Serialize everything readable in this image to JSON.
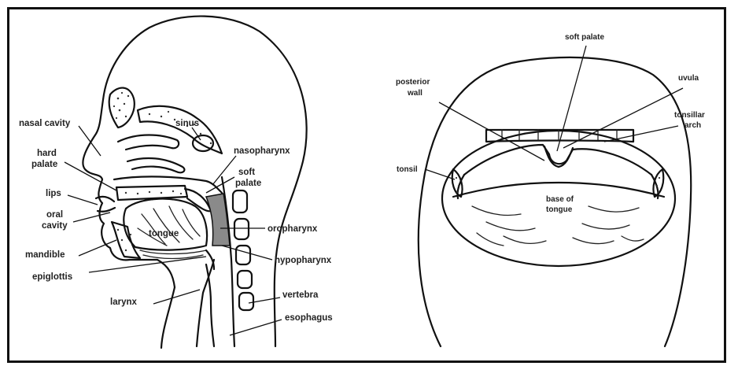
{
  "diagram": {
    "sagittal_labels": {
      "nasal_cavity": "nasal cavity",
      "sinus": "sinus",
      "hard_palate_1": "hard",
      "hard_palate_2": "palate",
      "nasopharynx": "nasopharynx",
      "soft_palate_1": "soft",
      "soft_palate_2": "palate",
      "lips": "lips",
      "oral_cavity_1": "oral",
      "oral_cavity_2": "cavity",
      "tongue": "tongue",
      "oropharynx": "oropharynx",
      "mandible": "mandible",
      "hypopharynx": "hypopharynx",
      "epiglottis": "epiglottis",
      "vertebra": "vertebra",
      "larynx": "larynx",
      "esophagus": "esophagus"
    },
    "oral_view_labels": {
      "soft_palate": "soft palate",
      "posterior_wall_1": "posterior",
      "posterior_wall_2": "wall",
      "uvula": "uvula",
      "tonsillar_arch_1": "tonsillar",
      "tonsillar_arch_2": "arch",
      "tonsil": "tonsil",
      "base_of_tongue_1": "base of",
      "base_of_tongue_2": "tongue"
    },
    "colors": {
      "line": "#111111",
      "oropharynx_fill": "#8a8a8a",
      "background": "#ffffff"
    }
  }
}
